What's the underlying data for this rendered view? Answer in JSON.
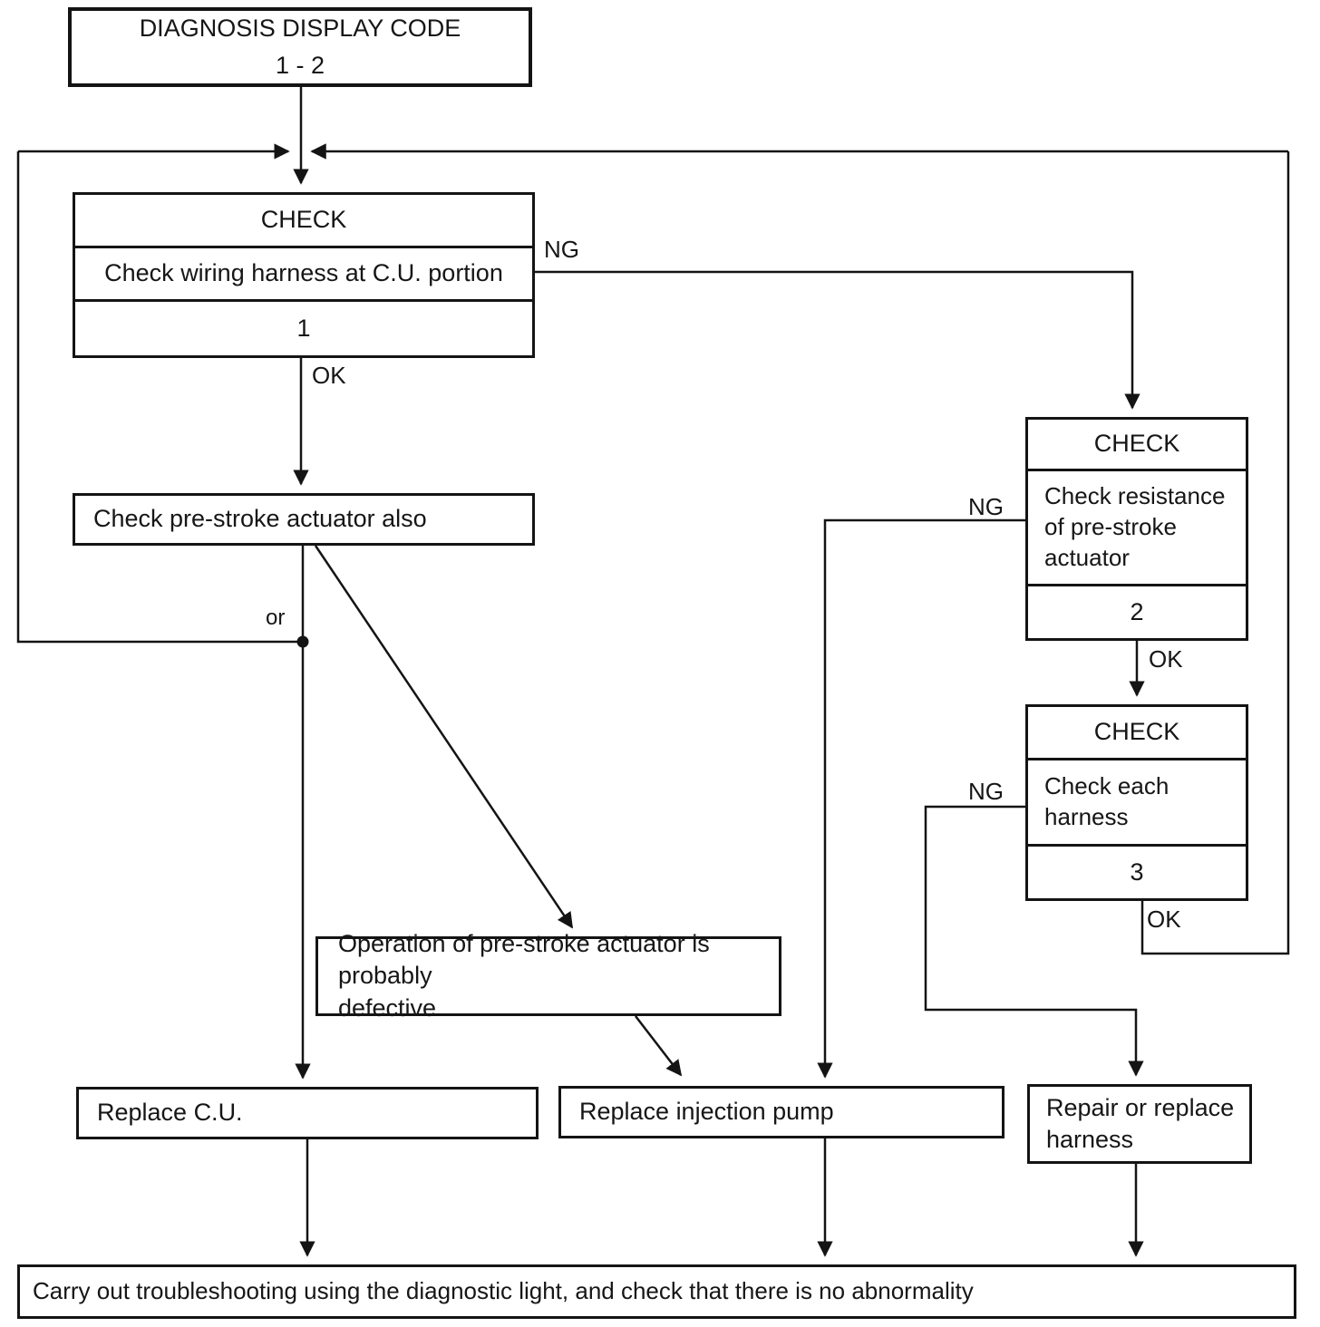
{
  "flowchart": {
    "title_box": {
      "line1": "DIAGNOSIS DISPLAY CODE",
      "line2": "1 - 2"
    },
    "check1": {
      "header": "CHECK",
      "body": "Check wiring harness at C.U. portion",
      "number": "1"
    },
    "pre_stroke_note": "Check pre-stroke actuator also",
    "check2": {
      "header": "CHECK",
      "body_lines": [
        "Check resistance",
        "of pre-stroke",
        "actuator"
      ],
      "number": "2"
    },
    "check3": {
      "header": "CHECK",
      "body_lines": [
        "Check each",
        "harness"
      ],
      "number": "3"
    },
    "operation_box": {
      "line1": "Operation of pre-stroke actuator is probably",
      "line2": "defective"
    },
    "replace_cu": "Replace C.U.",
    "replace_pump": "Replace injection pump",
    "repair_harness": {
      "line1": "Repair or replace",
      "line2": "harness"
    },
    "final_instruction": "Carry out troubleshooting using the diagnostic light, and check that there is no abnormality",
    "labels": {
      "ng1": "NG",
      "ok1": "OK",
      "ng2": "NG",
      "ok2": "OK",
      "ng3": "NG",
      "ok3": "OK",
      "or": "or"
    },
    "colors": {
      "ink": "#141414",
      "paper": "#ffffff"
    }
  }
}
